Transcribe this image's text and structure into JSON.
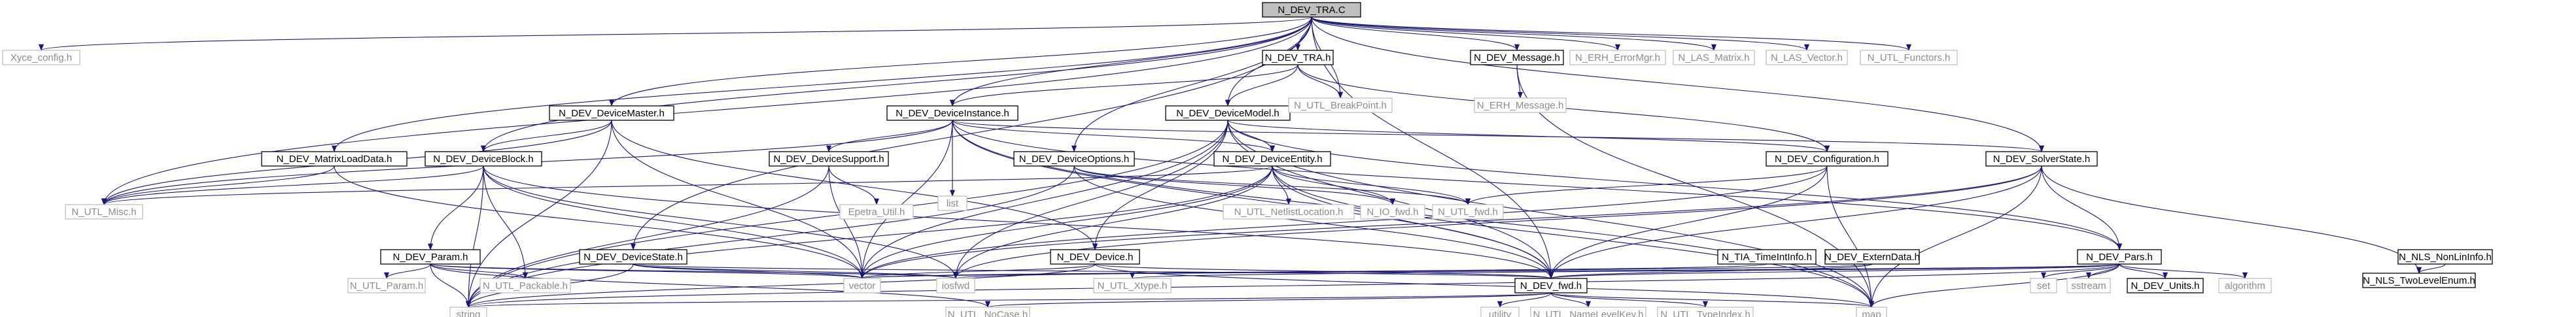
{
  "graph": {
    "title": "",
    "nodes": [
      {
        "id": "root",
        "label": "N_DEV_TRA.C",
        "kind": "root"
      },
      {
        "id": "xyce_config",
        "label": "Xyce_config.h",
        "kind": "ext"
      },
      {
        "id": "dev_master",
        "label": "N_DEV_DeviceMaster.h",
        "kind": "doc"
      },
      {
        "id": "dev_matrixload",
        "label": "N_DEV_MatrixLoadData.h",
        "kind": "doc"
      },
      {
        "id": "dev_instance",
        "label": "N_DEV_DeviceInstance.h",
        "kind": "doc"
      },
      {
        "id": "dev_tra",
        "label": "N_DEV_TRA.h",
        "kind": "doc"
      },
      {
        "id": "dev_model",
        "label": "N_DEV_DeviceModel.h",
        "kind": "doc"
      },
      {
        "id": "utl_breakpoint",
        "label": "N_UTL_BreakPoint.h",
        "kind": "ext"
      },
      {
        "id": "dev_message",
        "label": "N_DEV_Message.h",
        "kind": "doc"
      },
      {
        "id": "erh_errormgr",
        "label": "N_ERH_ErrorMgr.h",
        "kind": "ext"
      },
      {
        "id": "las_matrix",
        "label": "N_LAS_Matrix.h",
        "kind": "ext"
      },
      {
        "id": "las_vector",
        "label": "N_LAS_Vector.h",
        "kind": "ext"
      },
      {
        "id": "utl_functors",
        "label": "N_UTL_Functors.h",
        "kind": "ext"
      },
      {
        "id": "erh_message",
        "label": "N_ERH_Message.h",
        "kind": "ext"
      },
      {
        "id": "dev_block",
        "label": "N_DEV_DeviceBlock.h",
        "kind": "doc"
      },
      {
        "id": "dev_support",
        "label": "N_DEV_DeviceSupport.h",
        "kind": "doc"
      },
      {
        "id": "list",
        "label": "list",
        "kind": "ext"
      },
      {
        "id": "dev_options",
        "label": "N_DEV_DeviceOptions.h",
        "kind": "doc"
      },
      {
        "id": "dev_entity",
        "label": "N_DEV_DeviceEntity.h",
        "kind": "doc"
      },
      {
        "id": "dev_configuration",
        "label": "N_DEV_Configuration.h",
        "kind": "doc"
      },
      {
        "id": "dev_solverstate",
        "label": "N_DEV_SolverState.h",
        "kind": "doc"
      },
      {
        "id": "utl_misc",
        "label": "N_UTL_Misc.h",
        "kind": "ext"
      },
      {
        "id": "epetra_util",
        "label": "Epetra_Util.h",
        "kind": "ext"
      },
      {
        "id": "dev_param",
        "label": "N_DEV_Param.h",
        "kind": "doc"
      },
      {
        "id": "dev_devicestate",
        "label": "N_DEV_DeviceState.h",
        "kind": "doc"
      },
      {
        "id": "dev_device",
        "label": "N_DEV_Device.h",
        "kind": "doc"
      },
      {
        "id": "utl_netlistlocation",
        "label": "N_UTL_NetlistLocation.h",
        "kind": "ext"
      },
      {
        "id": "io_fwd",
        "label": "N_IO_fwd.h",
        "kind": "ext"
      },
      {
        "id": "utl_fwd",
        "label": "N_UTL_fwd.h",
        "kind": "ext"
      },
      {
        "id": "tia_timeintinfo",
        "label": "N_TIA_TimeIntInfo.h",
        "kind": "doc"
      },
      {
        "id": "dev_externdata",
        "label": "N_DEV_ExternData.h",
        "kind": "doc"
      },
      {
        "id": "dev_pars",
        "label": "N_DEV_Pars.h",
        "kind": "doc"
      },
      {
        "id": "nls_nonlininfo",
        "label": "N_NLS_NonLinInfo.h",
        "kind": "doc"
      },
      {
        "id": "nls_twolevelenum",
        "label": "N_NLS_TwoLevelEnum.h",
        "kind": "doc"
      },
      {
        "id": "utl_param",
        "label": "N_UTL_Param.h",
        "kind": "ext"
      },
      {
        "id": "utl_packable",
        "label": "N_UTL_Packable.h",
        "kind": "ext"
      },
      {
        "id": "vector",
        "label": "vector",
        "kind": "ext"
      },
      {
        "id": "iosfwd",
        "label": "iosfwd",
        "kind": "ext"
      },
      {
        "id": "utl_xtype",
        "label": "N_UTL_Xtype.h",
        "kind": "ext"
      },
      {
        "id": "dev_fwd",
        "label": "N_DEV_fwd.h",
        "kind": "doc"
      },
      {
        "id": "set",
        "label": "set",
        "kind": "ext"
      },
      {
        "id": "sstream",
        "label": "sstream",
        "kind": "ext"
      },
      {
        "id": "dev_units",
        "label": "N_DEV_Units.h",
        "kind": "doc"
      },
      {
        "id": "algorithm",
        "label": "algorithm",
        "kind": "ext"
      },
      {
        "id": "string",
        "label": "string",
        "kind": "ext"
      },
      {
        "id": "utl_nocase",
        "label": "N_UTL_NoCase.h",
        "kind": "ext"
      },
      {
        "id": "utility",
        "label": "utility",
        "kind": "ext"
      },
      {
        "id": "utl_namelevelkey",
        "label": "N_UTL_NameLevelKey.h",
        "kind": "ext"
      },
      {
        "id": "utl_typeindex",
        "label": "N_UTL_TypeIndex.h",
        "kind": "ext"
      },
      {
        "id": "map",
        "label": "map",
        "kind": "ext"
      }
    ],
    "edges": [
      [
        "root",
        "xyce_config"
      ],
      [
        "root",
        "dev_master"
      ],
      [
        "root",
        "dev_matrixload"
      ],
      [
        "root",
        "dev_instance"
      ],
      [
        "root",
        "dev_tra"
      ],
      [
        "root",
        "dev_model"
      ],
      [
        "root",
        "utl_breakpoint"
      ],
      [
        "root",
        "dev_message"
      ],
      [
        "root",
        "erh_errormgr"
      ],
      [
        "root",
        "las_matrix"
      ],
      [
        "root",
        "las_vector"
      ],
      [
        "root",
        "utl_functors"
      ],
      [
        "root",
        "utl_misc"
      ],
      [
        "root",
        "dev_block"
      ],
      [
        "root",
        "dev_options"
      ],
      [
        "root",
        "dev_devicestate"
      ],
      [
        "root",
        "dev_solverstate"
      ],
      [
        "root",
        "dev_fwd"
      ],
      [
        "dev_tra",
        "dev_instance"
      ],
      [
        "dev_tra",
        "dev_model"
      ],
      [
        "dev_tra",
        "utl_breakpoint"
      ],
      [
        "dev_tra",
        "dev_configuration"
      ],
      [
        "dev_message",
        "erh_message"
      ],
      [
        "dev_message",
        "map"
      ],
      [
        "dev_matrixload",
        "utl_misc"
      ],
      [
        "dev_matrixload",
        "vector"
      ],
      [
        "dev_master",
        "dev_block"
      ],
      [
        "dev_master",
        "dev_device"
      ],
      [
        "dev_master",
        "string"
      ],
      [
        "dev_master",
        "vector"
      ],
      [
        "dev_master",
        "utl_misc"
      ],
      [
        "dev_instance",
        "dev_support"
      ],
      [
        "dev_instance",
        "list"
      ],
      [
        "dev_instance",
        "dev_entity"
      ],
      [
        "dev_instance",
        "utl_misc"
      ],
      [
        "dev_instance",
        "vector"
      ],
      [
        "dev_instance",
        "map"
      ],
      [
        "dev_instance",
        "dev_pars"
      ],
      [
        "dev_instance",
        "dev_fwd"
      ],
      [
        "dev_instance",
        "dev_solverstate"
      ],
      [
        "dev_model",
        "dev_entity"
      ],
      [
        "dev_model",
        "dev_configuration"
      ],
      [
        "dev_model",
        "dev_device"
      ],
      [
        "dev_model",
        "dev_fwd"
      ],
      [
        "dev_model",
        "vector"
      ],
      [
        "dev_model",
        "iosfwd"
      ],
      [
        "dev_model",
        "map"
      ],
      [
        "dev_model",
        "dev_pars"
      ],
      [
        "dev_model",
        "string"
      ],
      [
        "dev_block",
        "dev_param"
      ],
      [
        "dev_block",
        "utl_misc"
      ],
      [
        "dev_block",
        "utl_packable"
      ],
      [
        "dev_block",
        "string"
      ],
      [
        "dev_block",
        "vector"
      ],
      [
        "dev_block",
        "iosfwd"
      ],
      [
        "dev_block",
        "dev_fwd"
      ],
      [
        "dev_support",
        "epetra_util"
      ],
      [
        "dev_support",
        "vector"
      ],
      [
        "dev_support",
        "string"
      ],
      [
        "dev_options",
        "dev_fwd"
      ],
      [
        "dev_options",
        "utl_fwd"
      ],
      [
        "dev_options",
        "io_fwd"
      ],
      [
        "dev_options",
        "string"
      ],
      [
        "dev_entity",
        "utl_netlistlocation"
      ],
      [
        "dev_entity",
        "io_fwd"
      ],
      [
        "dev_entity",
        "utl_fwd"
      ],
      [
        "dev_entity",
        "dev_fwd"
      ],
      [
        "dev_entity",
        "vector"
      ],
      [
        "dev_entity",
        "iosfwd"
      ],
      [
        "dev_entity",
        "map"
      ],
      [
        "dev_entity",
        "string"
      ],
      [
        "dev_entity",
        "utl_misc"
      ],
      [
        "dev_configuration",
        "dev_fwd"
      ],
      [
        "dev_configuration",
        "vector"
      ],
      [
        "dev_configuration",
        "map"
      ],
      [
        "dev_configuration",
        "utl_fwd"
      ],
      [
        "dev_solverstate",
        "dev_pars"
      ],
      [
        "dev_solverstate",
        "nls_twolevelenum"
      ],
      [
        "dev_solverstate",
        "dev_fwd"
      ],
      [
        "dev_solverstate",
        "vector"
      ],
      [
        "dev_solverstate",
        "iosfwd"
      ],
      [
        "dev_solverstate",
        "map"
      ],
      [
        "dev_param",
        "utl_param"
      ],
      [
        "dev_param",
        "utl_packable"
      ],
      [
        "dev_param",
        "vector"
      ],
      [
        "dev_param",
        "string"
      ],
      [
        "dev_param",
        "iosfwd"
      ],
      [
        "dev_param",
        "utl_nocase"
      ],
      [
        "dev_devicestate",
        "vector"
      ],
      [
        "dev_devicestate",
        "iosfwd"
      ],
      [
        "dev_devicestate",
        "dev_fwd"
      ],
      [
        "dev_devicestate",
        "string"
      ],
      [
        "dev_device",
        "dev_fwd"
      ],
      [
        "dev_device",
        "vector"
      ],
      [
        "dev_device",
        "string"
      ],
      [
        "dev_device",
        "map"
      ],
      [
        "tia_timeintinfo",
        "iosfwd"
      ],
      [
        "dev_externdata",
        "dev_fwd"
      ],
      [
        "dev_externdata",
        "vector"
      ],
      [
        "dev_pars",
        "set"
      ],
      [
        "dev_pars",
        "sstream"
      ],
      [
        "dev_pars",
        "dev_units"
      ],
      [
        "dev_pars",
        "algorithm"
      ],
      [
        "dev_pars",
        "string"
      ],
      [
        "dev_pars",
        "map"
      ],
      [
        "dev_pars",
        "utl_xtype"
      ],
      [
        "dev_pars",
        "vector"
      ],
      [
        "dev_pars",
        "dev_fwd"
      ],
      [
        "nls_nonlininfo",
        "nls_twolevelenum"
      ],
      [
        "dev_fwd",
        "utility"
      ],
      [
        "dev_fwd",
        "utl_namelevelkey"
      ],
      [
        "dev_fwd",
        "utl_typeindex"
      ],
      [
        "dev_fwd",
        "string"
      ],
      [
        "dev_fwd",
        "utl_nocase"
      ],
      [
        "dev_fwd",
        "map"
      ]
    ]
  }
}
